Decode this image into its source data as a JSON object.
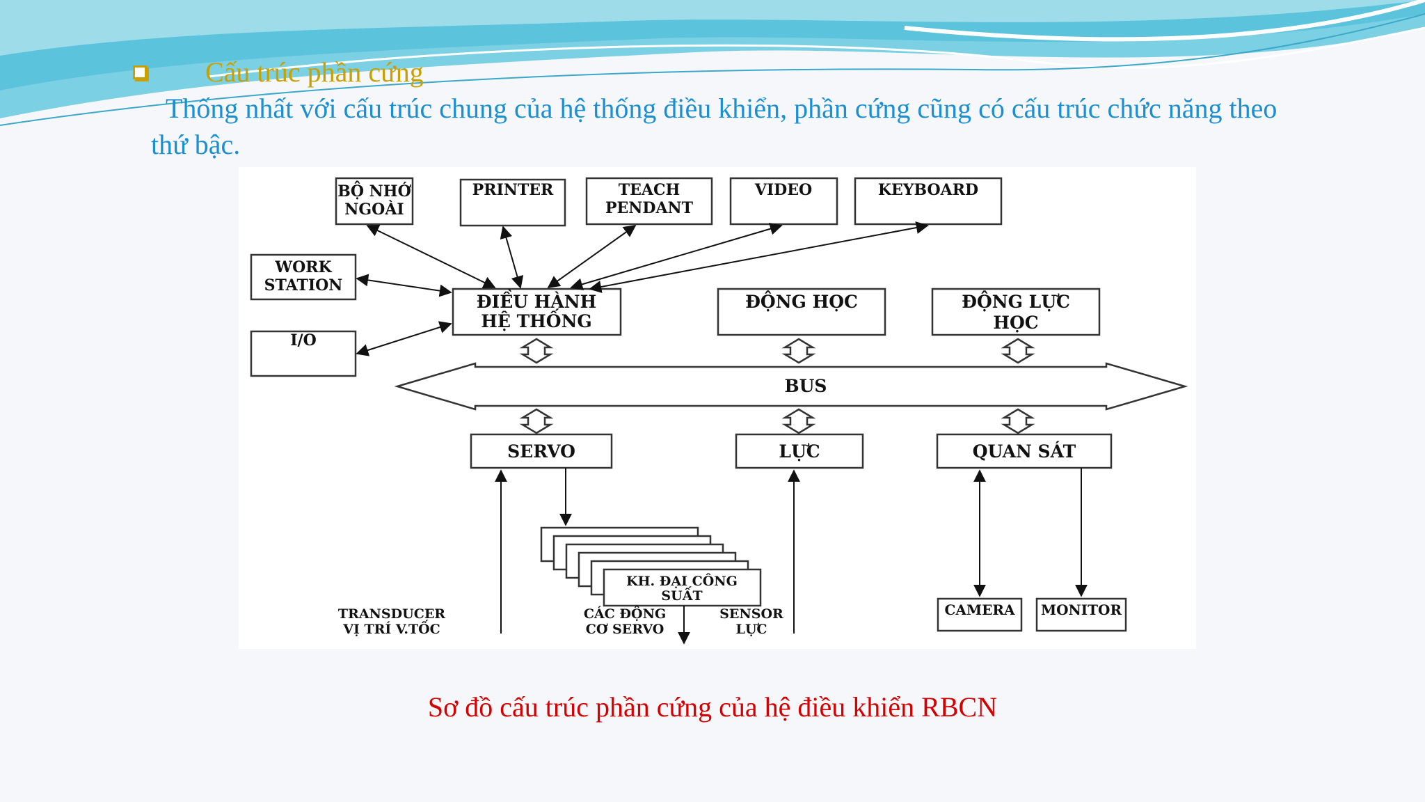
{
  "slide": {
    "heading": "Cấu trúc phần cứng",
    "intro": "Thống nhất với cấu trúc chung của hệ thống điều khiển, phần cứng cũng có cấu trúc chức năng theo thứ bậc.",
    "caption": "Sơ đồ cấu trúc phần cứng của hệ điều khiển RBCN",
    "colors": {
      "heading": "#c8a000",
      "intro": "#1b8fd2",
      "caption": "#d40000",
      "wave": "#5bc3dc"
    }
  },
  "diagram": {
    "boxes": {
      "bo_nho": [
        "BỘ NHỚ",
        "NGOÀI"
      ],
      "printer": [
        "PRINTER"
      ],
      "teach": [
        "TEACH",
        "PENDANT"
      ],
      "video": [
        "VIDEO"
      ],
      "keyboard": [
        "KEYBOARD"
      ],
      "workstation": [
        "WORK",
        "STATION"
      ],
      "io": [
        "I/O"
      ],
      "dieu_hanh": [
        "ĐIỀU HÀNH",
        "HỆ THỐNG"
      ],
      "dong_hoc": [
        "ĐỘNG HỌC"
      ],
      "dong_luc": [
        "ĐỘNG LỰC",
        "HỌC"
      ],
      "servo": [
        "SERVO"
      ],
      "luc": [
        "LỰC"
      ],
      "quan_sat": [
        "QUAN SÁT"
      ],
      "khuech_dai": [
        "KH. ĐẠI CÔNG",
        "SUẤT"
      ],
      "camera": [
        "CAMERA"
      ],
      "monitor": [
        "MONITOR"
      ]
    },
    "bus_label": "BUS",
    "labels": {
      "transducer": [
        "TRANSDUCER",
        "VỊ TRÍ V.TỐC"
      ],
      "dong_co": [
        "CÁC ĐỘNG",
        "CƠ SERVO"
      ],
      "sensor": [
        "SENSOR",
        "LỰC"
      ]
    }
  }
}
